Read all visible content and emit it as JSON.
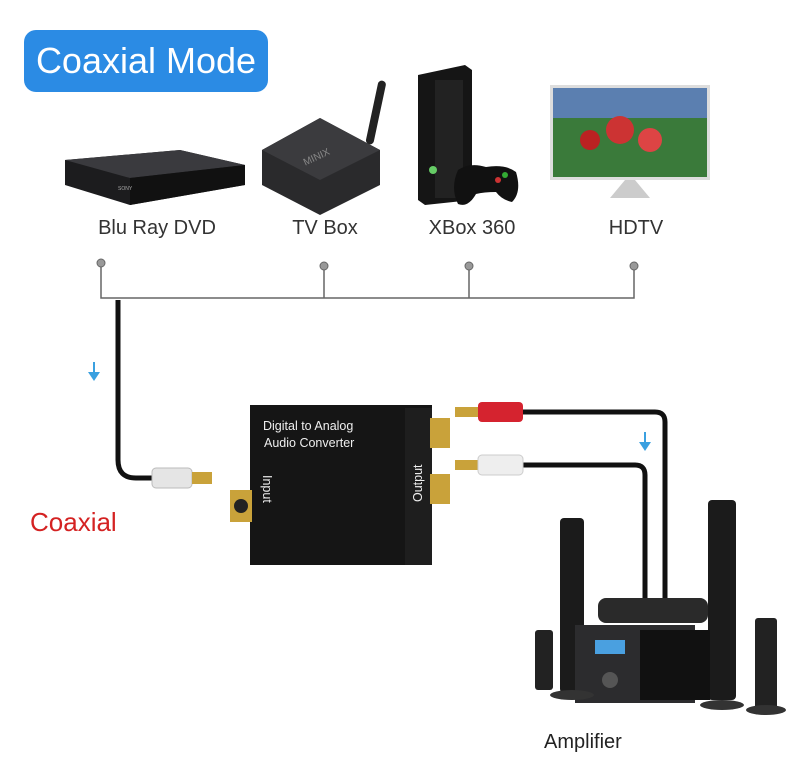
{
  "badge": {
    "label": "Coaxial Mode",
    "color": "#2b8be4"
  },
  "sources": [
    {
      "label": "Blu Ray DVD",
      "brand": "SONY"
    },
    {
      "label": "TV Box",
      "brand": "MINIX"
    },
    {
      "label": "XBox 360"
    },
    {
      "label": "HDTV"
    }
  ],
  "converter": {
    "line1": "Digital  to Analog",
    "line2": "Audio Converter",
    "input": "Input",
    "output": "Output"
  },
  "coaxial_label": {
    "text": "Coaxial",
    "color": "#d42222"
  },
  "amplifier_label": "Amplifier",
  "arrow_color": "#3aa0e0"
}
